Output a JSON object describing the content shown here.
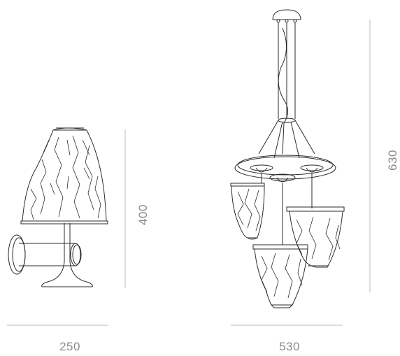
{
  "dimensions": {
    "wall_lamp_width": "250",
    "wall_lamp_height": "400",
    "chandelier_width": "530",
    "chandelier_height": "630"
  },
  "colors": {
    "line": "#2b2b2b",
    "dimension_line": "#bdbdbd",
    "dimension_text": "#8a8a8a"
  }
}
